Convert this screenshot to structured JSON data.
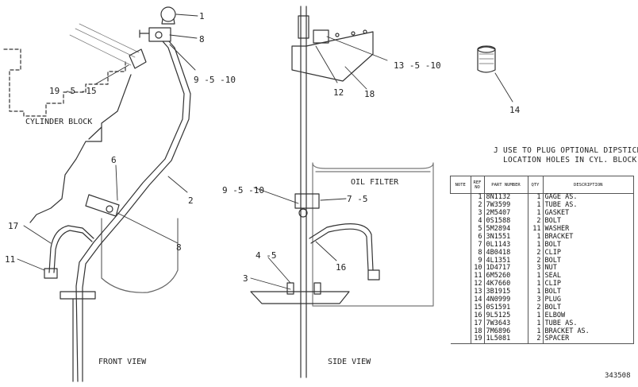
{
  "labels": {
    "front_view": "FRONT VIEW",
    "side_view": "SIDE VIEW",
    "cylinder_block": "CYLINDER BLOCK",
    "oil_filter": "OIL FILTER"
  },
  "note_lines": [
    "J  USE TO PLUG OPTIONAL DIPSTICK",
    "LOCATION HOLES IN CYL. BLOCK"
  ],
  "callouts": {
    "c1": "1",
    "c8a": "8",
    "c9510a": "9 -5 -10",
    "c19515": "19 -5 -15",
    "c6": "6",
    "c2": "2",
    "c8b": "8",
    "c17": "17",
    "c11": "11",
    "c1351": "13 -5 -10",
    "c12": "12",
    "c18": "18",
    "c9510b": "9 -5 -10",
    "c75": "7 -5",
    "c16": "16",
    "c45": "4 -5",
    "c3": "3",
    "c14": "14"
  },
  "table": {
    "headers": {
      "note": "NOTE",
      "ref": "REF NO",
      "part": "PART NUMBER",
      "qty": "QTY",
      "desc": "DESCRIPTION"
    },
    "rows": [
      {
        "note": "",
        "ref": "1",
        "part": "8N1132",
        "qty": "1",
        "desc": "GAGE AS."
      },
      {
        "note": "",
        "ref": "2",
        "part": "7W3599",
        "qty": "1",
        "desc": "TUBE AS."
      },
      {
        "note": "",
        "ref": "3",
        "part": "2M5407",
        "qty": "1",
        "desc": "GASKET"
      },
      {
        "note": "",
        "ref": "4",
        "part": "0S1588",
        "qty": "2",
        "desc": "BOLT"
      },
      {
        "note": "",
        "ref": "5",
        "part": "5M2894",
        "qty": "11",
        "desc": "WASHER"
      },
      {
        "note": "",
        "ref": "6",
        "part": "3N1551",
        "qty": "1",
        "desc": "BRACKET"
      },
      {
        "note": "",
        "ref": "7",
        "part": "0L1143",
        "qty": "1",
        "desc": "BOLT"
      },
      {
        "note": "",
        "ref": "8",
        "part": "4B0418",
        "qty": "2",
        "desc": "CLIP"
      },
      {
        "note": "",
        "ref": "9",
        "part": "4L1351",
        "qty": "2",
        "desc": "BOLT"
      },
      {
        "note": "",
        "ref": "10",
        "part": "1D4717",
        "qty": "3",
        "desc": "NUT"
      },
      {
        "note": "",
        "ref": "11",
        "part": "6M5260",
        "qty": "1",
        "desc": "SEAL"
      },
      {
        "note": "",
        "ref": "12",
        "part": "4K7660",
        "qty": "1",
        "desc": "CLIP"
      },
      {
        "note": "",
        "ref": "13",
        "part": "3B1915",
        "qty": "1",
        "desc": "BOLT"
      },
      {
        "note": "",
        "ref": "14",
        "part": "4N0999",
        "qty": "3",
        "desc": "PLUG"
      },
      {
        "note": "",
        "ref": "15",
        "part": "0S1591",
        "qty": "2",
        "desc": "BOLT"
      },
      {
        "note": "",
        "ref": "16",
        "part": "9L5125",
        "qty": "1",
        "desc": "ELBOW"
      },
      {
        "note": "",
        "ref": "17",
        "part": "7W3643",
        "qty": "1",
        "desc": "TUBE AS."
      },
      {
        "note": "",
        "ref": "18",
        "part": "7M6896",
        "qty": "1",
        "desc": "BRACKET AS."
      },
      {
        "note": "",
        "ref": "19",
        "part": "1L5081",
        "qty": "2",
        "desc": "SPACER"
      }
    ]
  },
  "drawing_code": "343508"
}
